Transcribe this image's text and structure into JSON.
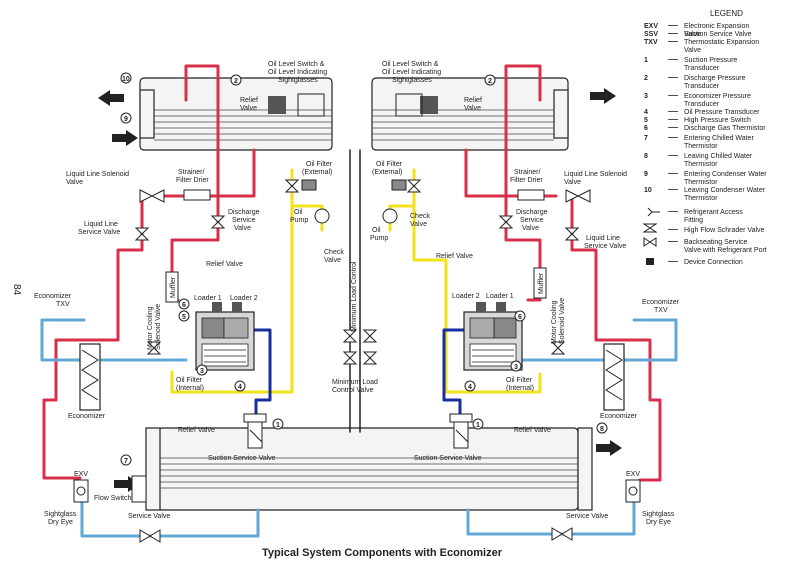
{
  "title": "Typical System Components with Economizer",
  "page_number": "84",
  "legend": {
    "title": "LEGEND",
    "items": [
      {
        "key": "EXV",
        "desc": "Electronic Expansion Valve"
      },
      {
        "key": "SSV",
        "desc": "Suction Service Valve"
      },
      {
        "key": "TXV",
        "desc": "Thermostatic Expansion Valve"
      },
      {
        "key": "1",
        "desc": "Suction Pressure Transducer"
      },
      {
        "key": "2",
        "desc": "Discharge Pressure Transducer"
      },
      {
        "key": "3",
        "desc": "Economizer Pressure Transducer"
      },
      {
        "key": "4",
        "desc": "Oil Pressure Transducer"
      },
      {
        "key": "5",
        "desc": "High Pressure Switch"
      },
      {
        "key": "6",
        "desc": "Discharge Gas Thermistor"
      },
      {
        "key": "7",
        "desc": "Entering Chilled Water Thermistor"
      },
      {
        "key": "8",
        "desc": "Leaving Chilled Water Thermistor"
      },
      {
        "key": "9",
        "desc": "Entering Condenser Water Thermistor"
      },
      {
        "key": "10",
        "desc": "Leaving Condenser Water Thermistor"
      },
      {
        "key": "",
        "desc": "Refrigerant Access Fitting"
      },
      {
        "key": "",
        "desc": "High Flow Schrader Valve"
      },
      {
        "key": "",
        "desc": "Backseating Service Valve with Refrigerant Port"
      },
      {
        "key": "",
        "desc": "Device Connection"
      }
    ]
  },
  "labels": {
    "oil_level_switch": "Oil Level Switch &",
    "oil_level_indicating": "Oil Level Indicating",
    "sightglasses": "Sightglasses",
    "relief_valve": "Relief",
    "valve": "Valve",
    "relief_valve_full": "Relief Valve",
    "oil_filter": "Oil Filter",
    "external": "(External)",
    "internal": "(Internal)",
    "oil_pump_1": "Oil",
    "oil_pump_2": "Pump",
    "check_valve_1": "Check",
    "check_valve_2": "Valve",
    "strainer_1": "Strainer/",
    "strainer_2": "Filter Drier",
    "liquid_line_solenoid_1": "Liquid Line Solenoid",
    "liquid_line_solenoid_2": "Valve",
    "liquid_line_service_1": "Liquid Line",
    "liquid_line_service_2": "Service Valve",
    "discharge_service_1": "Discharge",
    "discharge_service_2": "Service",
    "discharge_service_3": "Valve",
    "motor_cooling": "Motor Cooling",
    "solenoid_valve": "Solenoid Valve",
    "muffler": "Muffler",
    "loader_1": "Loader 1",
    "loader_2": "Loader 2",
    "economizer": "Economizer",
    "economizer_txv_1": "Economizer",
    "economizer_txv_2": "TXV",
    "minimum_load_control": "Minimum Load Control",
    "minimum_load_valve_1": "Minimum Load",
    "minimum_load_valve_2": "Control Valve",
    "suction_service_valve": "Suction Service Valve",
    "exv": "EXV",
    "flow_switch": "Flow Switch",
    "service_valve": "Service Valve",
    "sightglass_1": "Sightglass",
    "sightglass_2": "Dry Eye"
  },
  "callouts": {
    "n1": "1",
    "n2": "2",
    "n3": "3",
    "n4": "4",
    "n5": "5",
    "n6": "6",
    "n7": "7",
    "n8": "8",
    "n9": "9",
    "n10": "10"
  },
  "colors": {
    "discharge_line": "#d8304a",
    "liquid_line": "#62a8d6",
    "oil_line": "#f2e21a",
    "suction_line": "#1a2e9e"
  }
}
